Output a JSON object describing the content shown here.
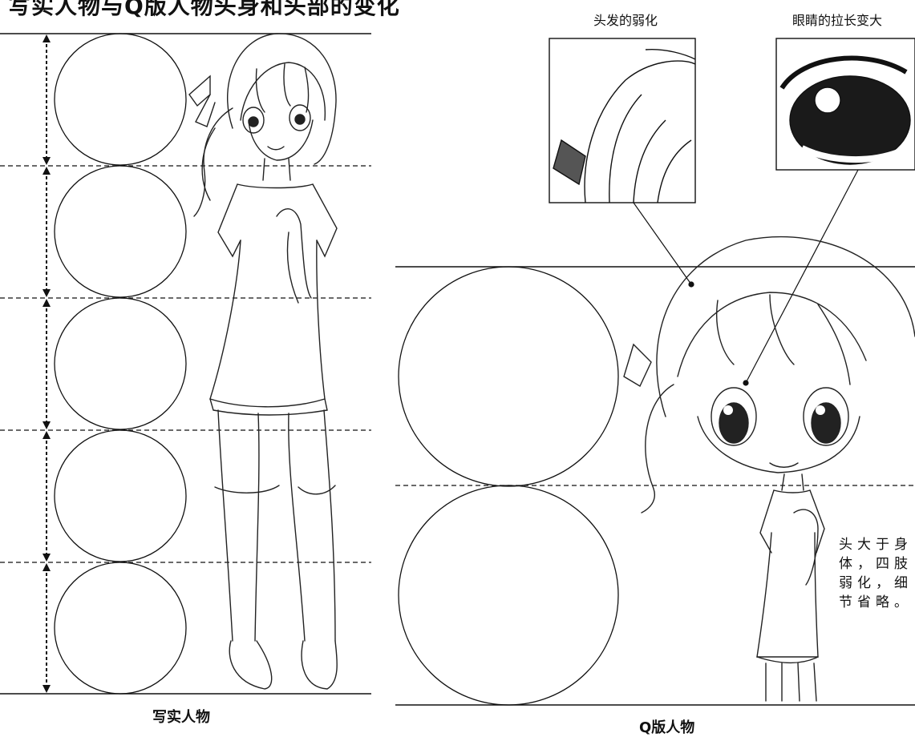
{
  "page": {
    "title": "写实人物与Q版人物头身和头部的变化"
  },
  "realistic": {
    "caption": "写实人物",
    "head_count": 5
  },
  "chibi": {
    "caption": "Q版人物",
    "head_count": 2,
    "insets": [
      {
        "label": "头发的弱化"
      },
      {
        "label": "眼睛的拉长变大"
      }
    ],
    "description_lines": [
      "头大于身",
      "体，四肢",
      "弱化，细",
      "节省略。"
    ]
  }
}
